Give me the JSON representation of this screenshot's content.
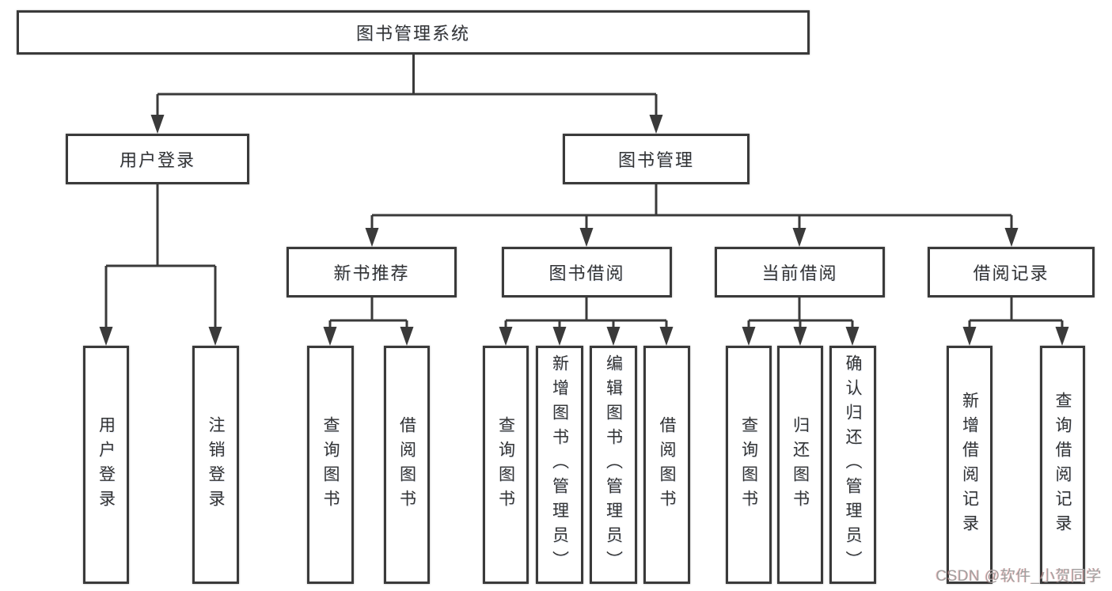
{
  "root": {
    "label": "图书管理系统"
  },
  "level2": {
    "user_login": {
      "label": "用户登录"
    },
    "book_mgmt": {
      "label": "图书管理"
    }
  },
  "level3": {
    "new_book_rec": {
      "label": "新书推荐"
    },
    "book_borrow": {
      "label": "图书借阅"
    },
    "current_borrow": {
      "label": "当前借阅"
    },
    "borrow_record": {
      "label": "借阅记录"
    }
  },
  "leaves": {
    "user_login": {
      "label": "用户登录"
    },
    "logout": {
      "label": "注销登录"
    },
    "rec_query_book": {
      "label": "查询图书"
    },
    "rec_borrow_book": {
      "label": "借阅图书"
    },
    "borrow_query_book": {
      "label": "查询图书"
    },
    "borrow_add_book": {
      "label": "新增图书（管理员）"
    },
    "borrow_edit_book": {
      "label": "编辑图书（管理员）"
    },
    "borrow_borrow_book": {
      "label": "借阅图书"
    },
    "current_query_book": {
      "label": "查询图书"
    },
    "current_return_book": {
      "label": "归还图书"
    },
    "current_confirm_return": {
      "label": "确认归还（管理员）"
    },
    "record_add": {
      "label": "新增借阅记录"
    },
    "record_query": {
      "label": "查询借阅记录"
    }
  },
  "watermark": {
    "text": "CSDN @软件_小贺同学"
  },
  "colors": {
    "line": "#3a3a3a",
    "text": "#333333",
    "background": "#ffffff",
    "watermark": "#a0a0a0"
  }
}
